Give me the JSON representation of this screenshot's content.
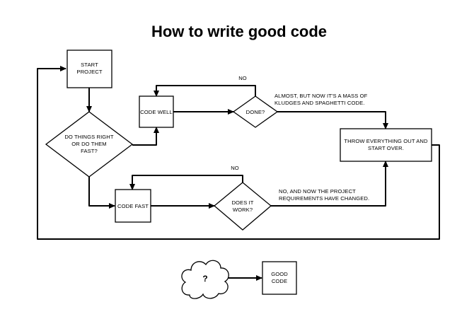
{
  "title": "How to write good code",
  "nodes": {
    "start_project": [
      "START",
      "PROJECT"
    ],
    "do_things_right": [
      "DO THINGS RIGHT",
      "OR DO THEM",
      "FAST?"
    ],
    "code_well": [
      "CODE WELL"
    ],
    "done": [
      "DONE?"
    ],
    "code_fast": [
      "CODE FAST"
    ],
    "does_it_work": [
      "DOES IT",
      "WORK?"
    ],
    "throw_everything_out": [
      "THROW EVERYTHING OUT AND",
      "START OVER."
    ],
    "question_cloud": "?",
    "good_code": [
      "GOOD",
      "CODE"
    ]
  },
  "edge_labels": {
    "done_no": "NO",
    "done_almost": [
      "ALMOST, BUT NOW IT'S A MASS OF",
      "KLUDGES AND SPAGHETTI CODE."
    ],
    "work_no": "NO",
    "work_changed": [
      "NO, AND NOW THE PROJECT",
      "REQUIREMENTS HAVE CHANGED."
    ]
  }
}
